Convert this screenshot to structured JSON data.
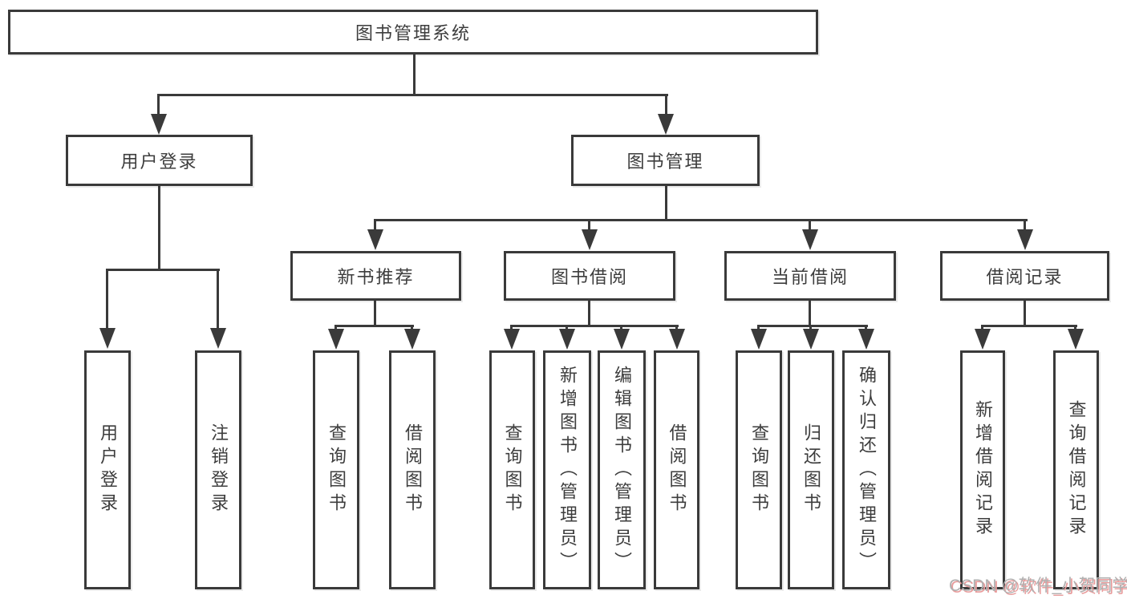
{
  "diagram": {
    "root": {
      "label": "图书管理系统"
    },
    "level2": [
      {
        "label": "用户登录"
      },
      {
        "label": "图书管理"
      }
    ],
    "level3": [
      {
        "label": "新书推荐"
      },
      {
        "label": "图书借阅"
      },
      {
        "label": "当前借阅"
      },
      {
        "label": "借阅记录"
      }
    ],
    "leaves": {
      "user_login": [
        "用户登录",
        "注销登录"
      ],
      "new_book": [
        "查询图书",
        "借阅图书"
      ],
      "book_borrow": [
        "查询图书",
        "新增图书（管理员）",
        "编辑图书（管理员）",
        "借阅图书"
      ],
      "current_borrow": [
        "查询图书",
        "归还图书",
        "确认归还（管理员）"
      ],
      "borrow_records": [
        "新增借阅记录",
        "查询借阅记录"
      ]
    }
  },
  "watermark": {
    "text": "CSDN @软件_小贺同学"
  },
  "colors": {
    "line": "#3a3a3a",
    "text": "#3d3d3d",
    "box_bg": "#ffffff",
    "wm_text": "#b0b0b0",
    "wm_shadow": "#e89b9b"
  }
}
